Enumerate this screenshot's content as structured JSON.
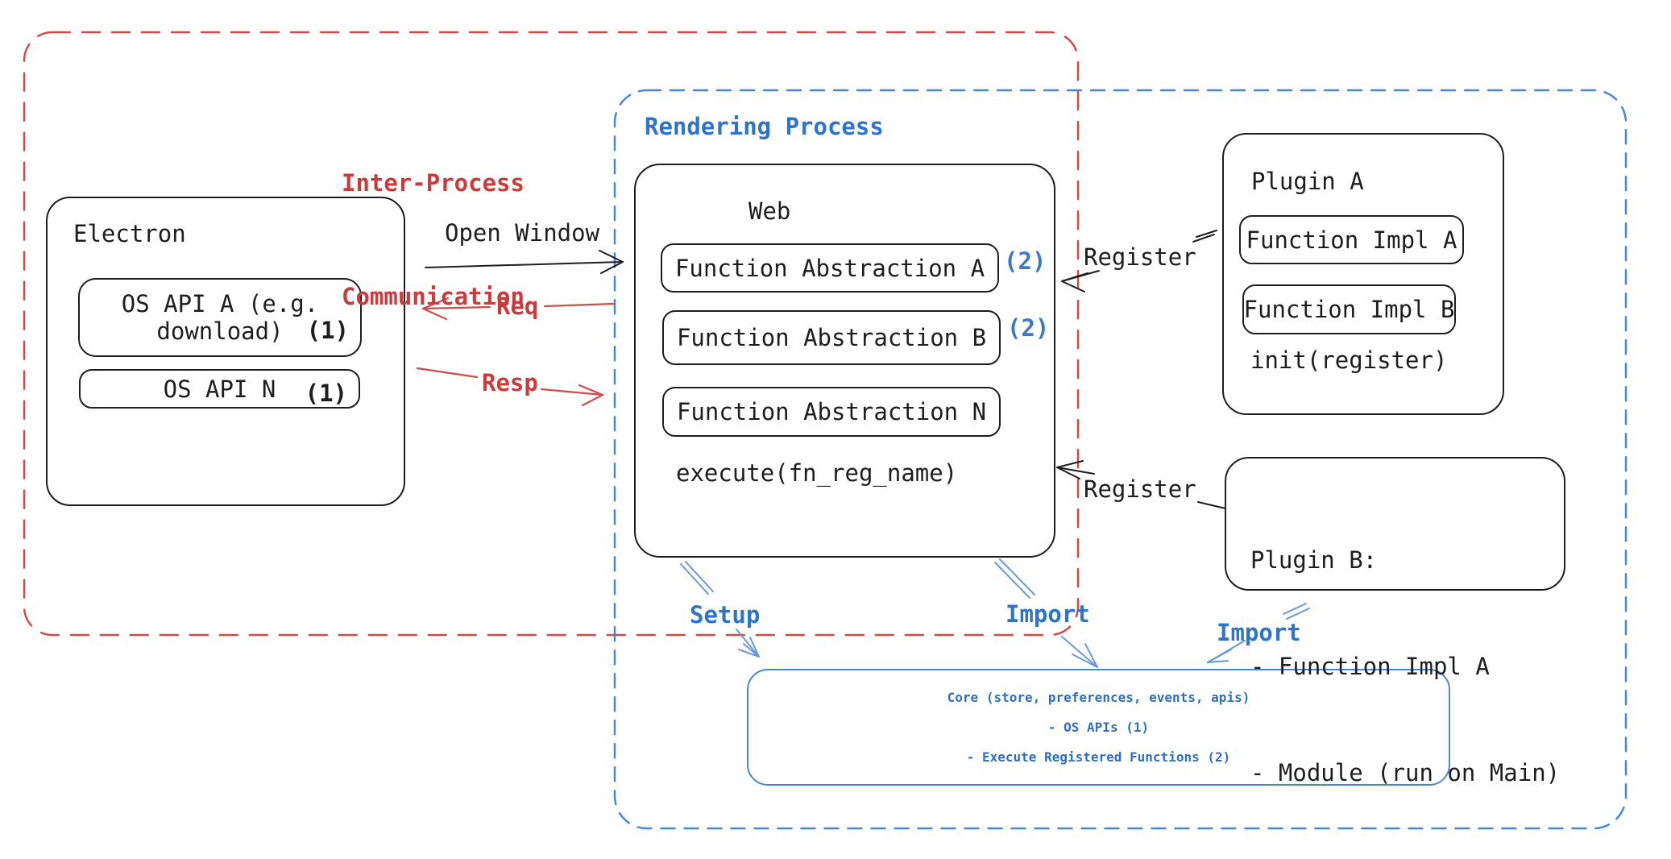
{
  "regions": {
    "ipc": {
      "line1": "Inter-Process",
      "line2": "Communication"
    },
    "rendering": {
      "label": "Rendering Process"
    }
  },
  "electron": {
    "title": "Electron",
    "api_a_line1": "OS API A (e.g.",
    "api_a_line2": "download)",
    "api_a_badge": "(1)",
    "api_n_label": "OS API N",
    "api_n_badge": "(1)"
  },
  "web": {
    "title": "Web",
    "fn_a_label": "Function Abstraction A",
    "fn_a_badge": "(2)",
    "fn_b_label": "Function Abstraction B",
    "fn_b_badge": "(2)",
    "fn_n_label": "Function Abstraction N",
    "execute_label": "execute(fn_reg_name)"
  },
  "plugin_a": {
    "title": "Plugin A",
    "impl_a": "Function Impl A",
    "impl_b": "Function Impl B",
    "init_label": "init(register)"
  },
  "plugin_b": {
    "title": "Plugin B:",
    "item_1": "- Function Impl A",
    "item_2": "- Module (run on Main)"
  },
  "core": {
    "line1": "Core (store, preferences, events, apis)",
    "line2": "- OS APIs (1)",
    "line3": "- Execute Registered Functions (2)"
  },
  "arrows": {
    "open_window": "Open Window",
    "req": "Req",
    "resp": "Resp",
    "register_plugin_a": "Register",
    "register_plugin_b": "Register",
    "setup": "Setup",
    "import_web": "Import",
    "import_plugin_b": "Import"
  },
  "colors": {
    "black": "#1e1e1e",
    "red_text": "#c83c3c",
    "red_line": "#cd4c4c",
    "red_dash": "#d24b4b",
    "blue_text": "#2e74c8",
    "blue_badge": "#3b79c8",
    "blue_dash": "#4a86d4",
    "blue_arrow": "#6b97dd",
    "core_text": "#2d6fbe"
  }
}
